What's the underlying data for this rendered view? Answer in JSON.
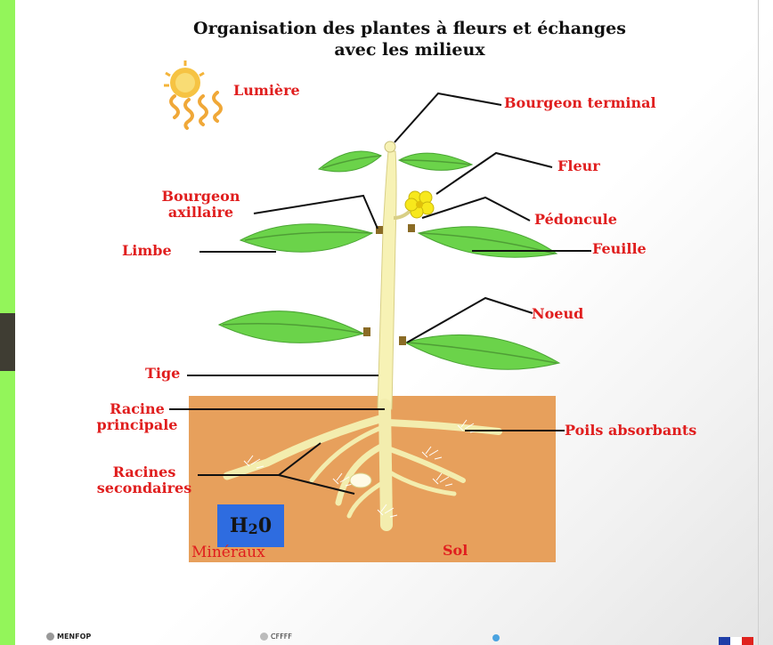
{
  "title_line1": "Organisation des plantes à fleurs et échanges",
  "title_line2": "avec les milieux",
  "labels": {
    "lumiere": "Lumière",
    "bourgeon_terminal": "Bourgeon terminal",
    "fleur": "Fleur",
    "bourgeon_axillaire_1": "Bourgeon",
    "bourgeon_axillaire_2": "axillaire",
    "pedoncule": "Pédoncule",
    "limbe": "Limbe",
    "feuille": "Feuille",
    "noeud": "Noeud",
    "tige": "Tige",
    "racine_principale_1": "Racine",
    "racine_principale_2": "principale",
    "poils_absorbants": "Poils absorbants",
    "racines_secondaires_1": "Racines",
    "racines_secondaires_2": "secondaires",
    "mineraux": "Minéraux",
    "sol": "Sol"
  },
  "water": {
    "symbol": "H",
    "subscript": "2",
    "suffix": "0"
  },
  "footer": {
    "left": "MENFOP",
    "middle": "CFFFF"
  },
  "colors": {
    "label_red": "#e01e1e",
    "soil": "#e7a05c",
    "water": "#2e6ce0",
    "stem": "#f7f2b5",
    "leaf": "#6bd34a",
    "flower": "#f7e81c",
    "sun": "#f6c343",
    "left_strip": "#93f55a"
  }
}
